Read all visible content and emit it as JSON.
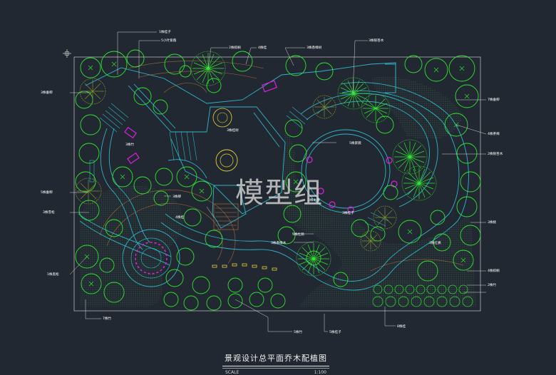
{
  "colors": {
    "background": "#222831",
    "tree_green": "#2fe52f",
    "path_cyan": "#2fb4c8",
    "hatch": "#3e6b4f",
    "magenta": "#e01fe0",
    "contour": "#b8743c",
    "yellow": "#e6d23a",
    "label": "#ffffff"
  },
  "watermark": "模型组",
  "title": {
    "main": "景观设计总平面乔木配植图",
    "scale_label": "SCALE",
    "scale_value": "1:100"
  },
  "labels": {
    "top_1": "1株桂子",
    "top_2": "5小叶紫薇",
    "top_3": "2株棕榈",
    "top_4": "4株桂",
    "top_5": "3株香樟树",
    "top_6": "3株银杏木",
    "left_1": "3株垂柳",
    "left_2": "5株垂柳",
    "left_3": "3株雪松",
    "left_4": "1株黑松",
    "left_5": "7株竹",
    "right_1": "7株垂柳",
    "right_2": "4株茶梅",
    "right_3": "2株银杏木",
    "right_4": "3株桃",
    "right_5": "3株红枫",
    "right_6": "4株棕榈",
    "right_7": "2株竹",
    "mid_1": "3株桂树",
    "mid_2": "3株竹",
    "mid_3": "3株木槿",
    "mid_4": "5株紫薇",
    "mid_5": "3株柳",
    "mid_6": "4株桂",
    "mid_7": "3株香樟木",
    "mid_8": "3株桂子",
    "mid_9": "5株杜鹃",
    "bottom_1": "5株竹",
    "bottom_2": "5株桂子",
    "bottom_3": "8株桂"
  }
}
